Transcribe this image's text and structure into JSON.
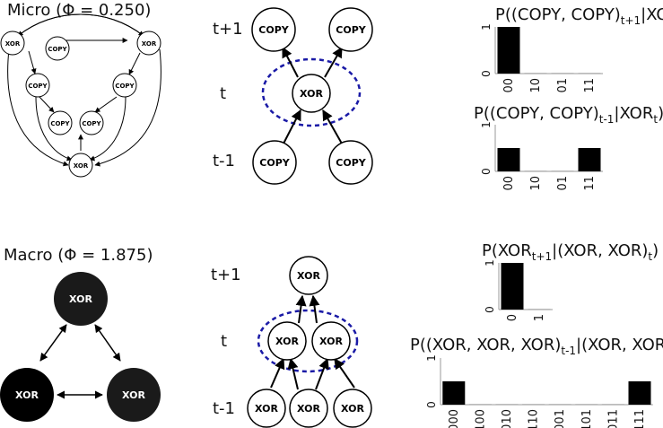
{
  "micro": {
    "title": "Micro (Φ = 0.250)",
    "nodes": {
      "xor_left": "XOR",
      "copy_top": "COPY",
      "xor_right": "XOR",
      "copy_left_mid": "COPY",
      "copy_right_mid": "COPY",
      "copy_low": "COPY",
      "xor_bottom": "XOR"
    },
    "time_labels": {
      "t_plus": "t+1",
      "t": "t",
      "t_minus": "t-1"
    },
    "time_nodes": {
      "top_left": "COPY",
      "top_right": "COPY",
      "mid": "XOR",
      "bottom_left": "COPY",
      "bottom_right": "COPY"
    }
  },
  "macro": {
    "title": "Macro (Φ = 1.875)",
    "nodes": {
      "top": "XOR",
      "left": "XOR",
      "right": "XOR"
    },
    "time_labels": {
      "t_plus": "t+1",
      "t": "t",
      "t_minus": "t-1"
    },
    "time_nodes": {
      "top": "XOR",
      "mid_left": "XOR",
      "mid_right": "XOR",
      "bottom_left": "XOR",
      "bottom_mid": "XOR",
      "bottom_right": "XOR"
    }
  },
  "colors": {
    "dashed_ellipse": "#1a1aa6",
    "bar": "#000000",
    "macro_node_fill": "#1a1a1a"
  },
  "chart_data": [
    {
      "type": "bar",
      "title_main": "P((COPY, COPY)",
      "title_sub": "t+1",
      "title_cond": "|XOR",
      "title_sub2": "t",
      "title_close": ")",
      "categories": [
        "00",
        "10",
        "01",
        "11"
      ],
      "values": [
        1,
        0,
        0,
        0
      ],
      "ylim": [
        0,
        1
      ],
      "yticks": [
        "0",
        "1"
      ]
    },
    {
      "type": "bar",
      "title_main": "P((COPY, COPY)",
      "title_sub": "t-1",
      "title_cond": "|XOR",
      "title_sub2": "t",
      "title_close": ")",
      "categories": [
        "00",
        "10",
        "01",
        "11"
      ],
      "values": [
        0.5,
        0,
        0,
        0.5
      ],
      "ylim": [
        0,
        1
      ],
      "yticks": [
        "0",
        "1"
      ]
    },
    {
      "type": "bar",
      "title_main": "P(XOR",
      "title_sub": "t+1",
      "title_cond": "|(XOR, XOR)",
      "title_sub2": "t",
      "title_close": ")",
      "categories": [
        "0",
        "1"
      ],
      "values": [
        1,
        0
      ],
      "ylim": [
        0,
        1
      ],
      "yticks": [
        "0",
        "1"
      ]
    },
    {
      "type": "bar",
      "title_main": "P((XOR, XOR, XOR)",
      "title_sub": "t-1",
      "title_cond": "|(XOR, XOR)",
      "title_sub2": "t",
      "title_close": ")",
      "categories": [
        "000",
        "100",
        "010",
        "110",
        "001",
        "101",
        "011",
        "111"
      ],
      "values": [
        0.5,
        0,
        0,
        0,
        0,
        0,
        0,
        0.5
      ],
      "ylim": [
        0,
        1
      ],
      "yticks": [
        "0",
        "1"
      ]
    }
  ]
}
